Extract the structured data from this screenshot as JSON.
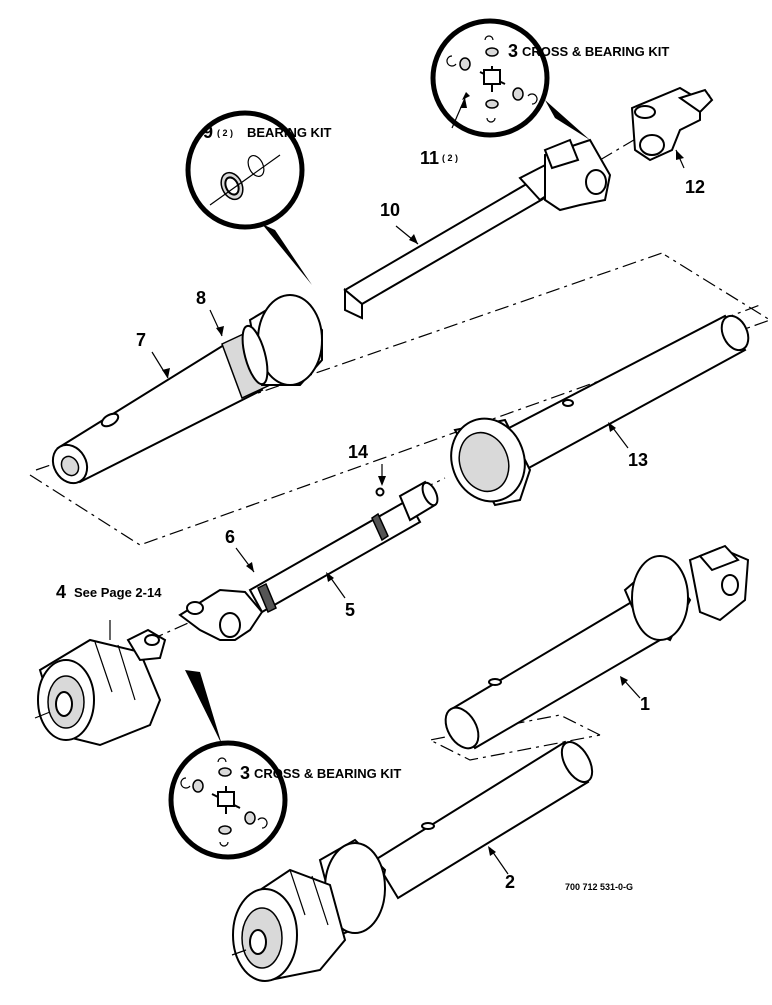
{
  "labels": {
    "l1": "1",
    "l2": "2",
    "l3a": "3",
    "l3b": "3",
    "l4": "4",
    "l4_note": "See Page 2-14",
    "l5": "5",
    "l6": "6",
    "l7": "7",
    "l8": "8",
    "l9": "9",
    "l9_qty": "( 2 )",
    "l10": "10",
    "l11": "11",
    "l11_qty": "( 2 )",
    "l12": "12",
    "l13": "13",
    "l14": "14"
  },
  "kits": {
    "cross_bearing": "CROSS & BEARING KIT",
    "bearing": "BEARING KIT"
  },
  "drawing_code": "700 712 531-0-G"
}
